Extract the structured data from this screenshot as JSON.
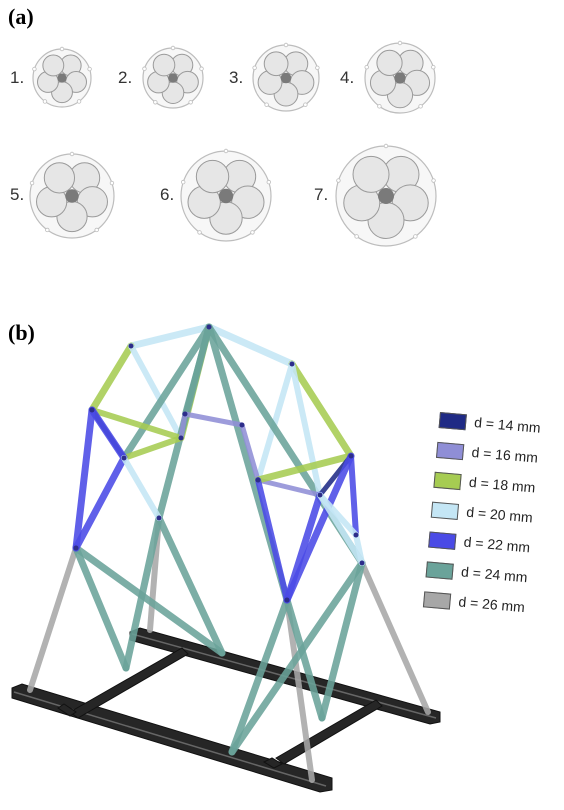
{
  "panel_a": {
    "label": "(a)",
    "sections": [
      {
        "number": "1."
      },
      {
        "number": "2."
      },
      {
        "number": "3."
      },
      {
        "number": "4."
      },
      {
        "number": "5."
      },
      {
        "number": "6."
      },
      {
        "number": "7."
      }
    ]
  },
  "panel_b": {
    "label": "(b)",
    "legend": [
      {
        "text": "d = 14 mm",
        "color": "#1f2a85"
      },
      {
        "text": "d = 16 mm",
        "color": "#8f8ed6"
      },
      {
        "text": "d = 18 mm",
        "color": "#a6cc52"
      },
      {
        "text": "d = 20 mm",
        "color": "#c4e6f5"
      },
      {
        "text": "d = 22 mm",
        "color": "#4a4ae6"
      },
      {
        "text": "d = 24 mm",
        "color": "#6aa39a"
      },
      {
        "text": "d = 26 mm",
        "color": "#a7a7a7"
      }
    ],
    "frame_color": "#262626"
  }
}
